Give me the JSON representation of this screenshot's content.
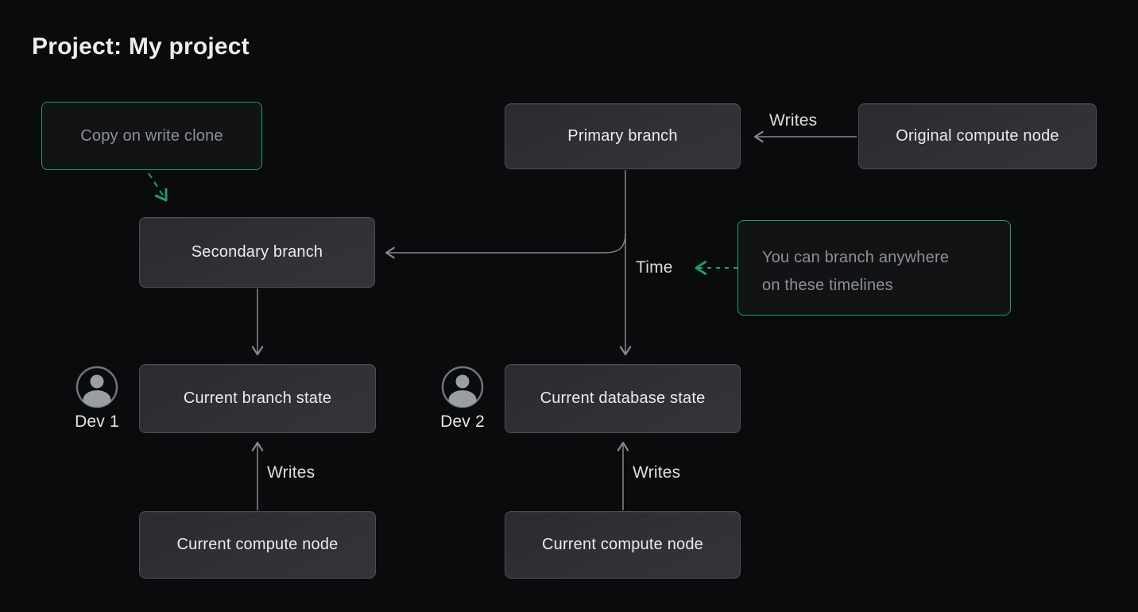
{
  "page": {
    "title": "Project: My project"
  },
  "diagram": {
    "nodes": {
      "copy_on_write_clone": "Copy on write clone",
      "primary_branch": "Primary branch",
      "original_compute_node": "Original compute node",
      "secondary_branch": "Secondary branch",
      "current_branch_state": "Current branch state",
      "current_database_state": "Current database state",
      "current_compute_node_left": "Current compute node",
      "current_compute_node_right": "Current compute node"
    },
    "annotations": {
      "branch_note_line1": "You can branch anywhere",
      "branch_note_line2": "on these timelines"
    },
    "edge_labels": {
      "writes_top": "Writes",
      "time": "Time",
      "writes_bottom_left": "Writes",
      "writes_bottom_right": "Writes"
    },
    "actors": [
      {
        "label": "Dev 1"
      },
      {
        "label": "Dev 2"
      }
    ],
    "colors": {
      "page_background": "#0a0b0c",
      "node_background": "#2f3135",
      "node_border": "#4b4e54",
      "accent_green": "#1f9d6b",
      "edge_gray": "#85888d",
      "node_text": "#ebecee",
      "muted_text": "#8d9196"
    }
  }
}
